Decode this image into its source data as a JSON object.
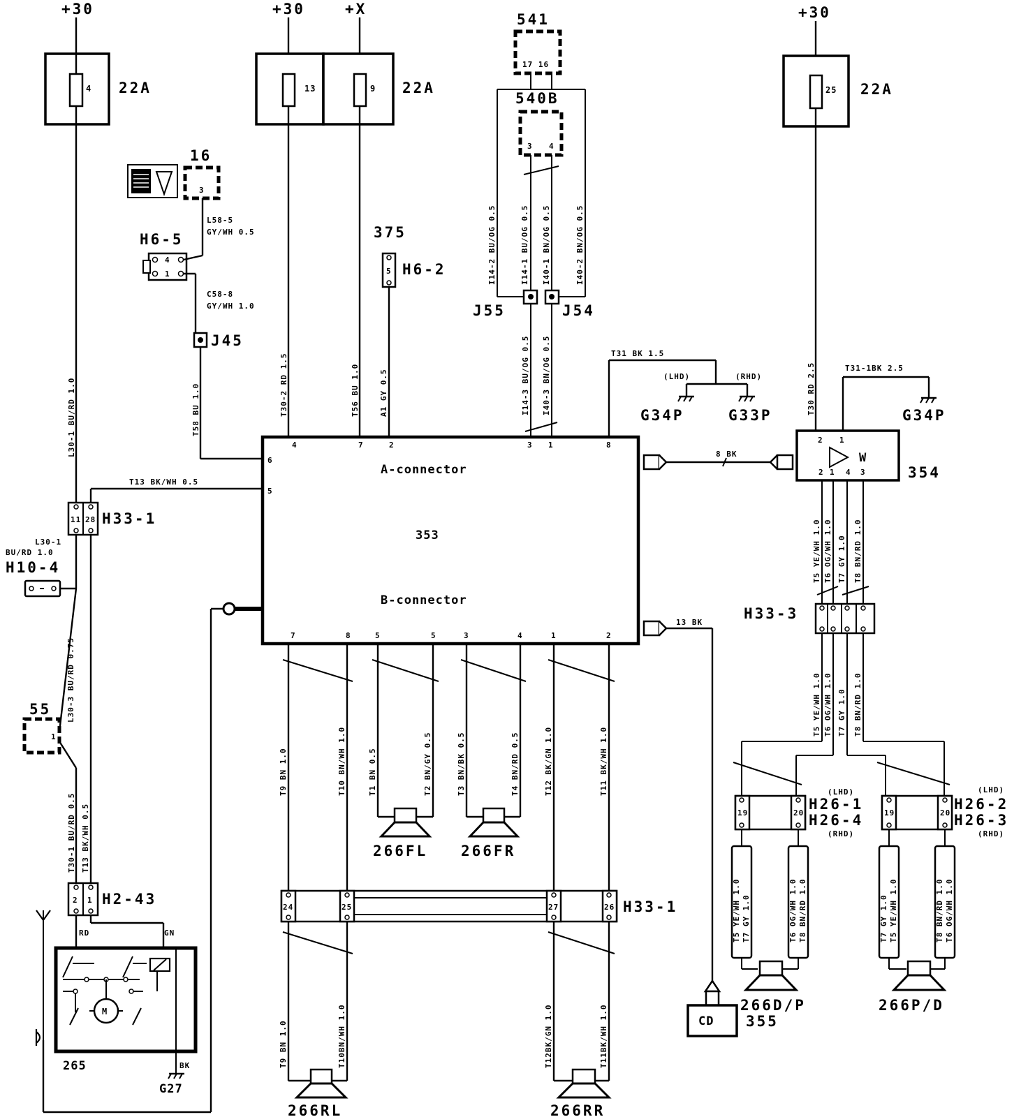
{
  "supply": {
    "p30_a": "+30",
    "p30_b": "+30",
    "px": "+X",
    "p30_c": "+30"
  },
  "fuses": {
    "left": {
      "num": "4",
      "label": "22A"
    },
    "mid": {
      "num1": "13",
      "num2": "9",
      "label": "22A"
    },
    "right": {
      "num": "25",
      "label": "22A"
    }
  },
  "comp_16": {
    "id": "16",
    "pin": "3"
  },
  "comp_541": {
    "id": "541",
    "pins": "17 16"
  },
  "comp_540b": {
    "id": "540B",
    "pin_a": "3",
    "pin_b": "4"
  },
  "comp_375": {
    "id": "375",
    "pin": "5",
    "conn": "H6-2"
  },
  "h6_5": {
    "id": "H6-5",
    "pin_top": "4",
    "pin_bot": "1"
  },
  "j45": "J45",
  "j55": "J55",
  "j54": "J54",
  "unit_353": {
    "id": "353",
    "a_conn": "A-connector",
    "b_conn": "B-connector"
  },
  "amp_354": {
    "id": "354",
    "letter": "W",
    "pins_top": [
      "2",
      "1"
    ],
    "pins_bottom": [
      "2",
      "1",
      "4",
      "3"
    ]
  },
  "grounds": {
    "g34p_l": "G34P",
    "g33p": "G33P",
    "g34p_r": "G34P",
    "lhd": "(LHD)",
    "rhd": "(RHD)",
    "g27": "G27"
  },
  "connectors": {
    "h33_1_top": "H33-1",
    "h10_4": "H10-4",
    "h2_43": "H2-43",
    "h33_3": "H33-3",
    "h33_1_bot": "H33-1",
    "h26_1": "H26-1",
    "h26_4": "H26-4",
    "h26_2": "H26-2",
    "h26_3": "H26-3"
  },
  "comp_55": {
    "id": "55",
    "pin": "1"
  },
  "comp_265": {
    "id": "265",
    "motor": "M"
  },
  "comp_355": {
    "id": "355",
    "label": "CD"
  },
  "speakers": {
    "fl": "266FL",
    "fr": "266FR",
    "rl": "266RL",
    "rr": "266RR",
    "dp": "266D/P",
    "pd": "266P/D"
  },
  "wire_labels": {
    "l30_1": "L30-1 BU/RD 1.0",
    "l58_5": "L58-5",
    "l58_5b": "GY/WH 0.5",
    "c58_8": "C58-8",
    "c58_8b": "GY/WH 1.0",
    "t58": "T58 BU 1.0",
    "t30_2": "T30-2 RD 1.5",
    "t56": "T56 BU 1.0",
    "a1": "A1 GY 0.5",
    "i14_2": "I14-2 BU/OG 0.5",
    "i14_1": "I14-1 BU/OG 0.5",
    "i40_1": "I40-1 BN/OG 0.5",
    "i40_2": "I40-2 BN/OG 0.5",
    "i14_3": "I14-3 BU/OG 0.5",
    "i40_3": "I40-3 BN/OG 0.5",
    "t31": "T31 BK 1.5",
    "t30_rd": "T30 RD 2.5",
    "t31_1": "T31-1BK 2.5",
    "t13_top": "T13 BK/WH 0.5",
    "l30_1_side1": "L30-1",
    "l30_1_side2": "BU/RD 1.0",
    "l30_3": "L30-3 BU/RD 0.75",
    "t30_1": "T30-1 BU/RD 0.5",
    "t13_bot": "T13 BK/WH 0.5",
    "rd": "RD",
    "gn": "GN",
    "bk": "BK",
    "bk8": "8 BK",
    "bk13": "13 BK",
    "t9": "T9 BN 1.0",
    "t10": "T10 BN/WH 1.0",
    "t1": "T1 BN 0.5",
    "t2": "T2 BN/GY 0.5",
    "t3": "T3 BN/BK 0.5",
    "t4": "T4 BN/RD 0.5",
    "t12": "T12 BK/GN 1.0",
    "t11": "T11 BK/WH 1.0",
    "t9b": "T9 BN 1.0",
    "t10b": "T10BN/WH 1.0",
    "t12b": "T12BK/GN 1.0",
    "t11b": "T11BK/WH 1.0",
    "t5": "T5 YE/WH 1.0",
    "t6": "T6 OG/WH 1.0",
    "t7": "T7 GY 1.0",
    "t8": "T8 BN/RD 1.0",
    "t5b": "T5 YE/WH 1.0",
    "t6b": "T6 OG/WH 1.0",
    "t7b": "T7 GY 1.0",
    "t8b": "T8 BN/RD 1.0"
  },
  "pins_353_a": [
    "6",
    "5",
    "4",
    "7",
    "2",
    "3",
    "1",
    "8"
  ],
  "pins_353_b": [
    "7",
    "8",
    "5",
    "5",
    "3",
    "4",
    "1",
    "2"
  ],
  "pins_h33_1_top": [
    "11",
    "28"
  ],
  "pins_h33_1_bot": [
    "24",
    "25",
    "27",
    "26"
  ],
  "pins_h2_43": [
    "2",
    "1"
  ],
  "pins_h26": [
    "19",
    "20",
    "19",
    "20"
  ]
}
